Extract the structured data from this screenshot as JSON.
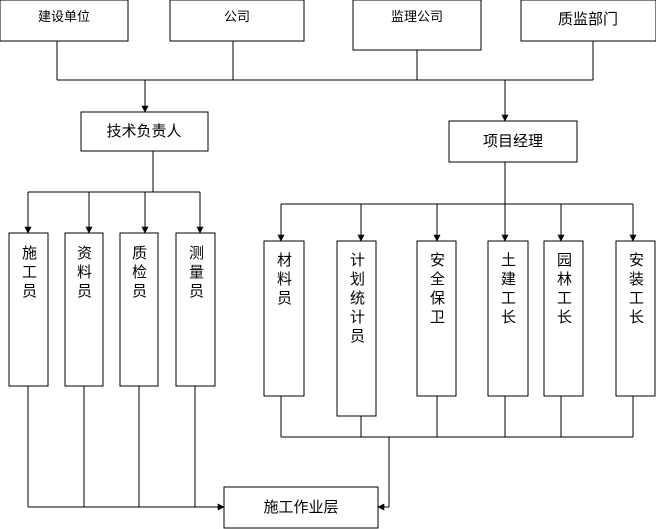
{
  "top_row": [
    {
      "id": "construction-unit",
      "label": "建设单位"
    },
    {
      "id": "company",
      "label": "公司"
    },
    {
      "id": "supervision-company",
      "label": "监理公司"
    },
    {
      "id": "quality-supervision-dept",
      "label": "质监部门"
    }
  ],
  "technical_lead": {
    "label": "技术负责人"
  },
  "project_manager": {
    "label": "项目经理"
  },
  "tech_staff": [
    {
      "id": "construction-worker",
      "label": "施工员"
    },
    {
      "id": "document-clerk",
      "label": "资料员"
    },
    {
      "id": "quality-inspector",
      "label": "质检员"
    },
    {
      "id": "surveyor",
      "label": "测量员"
    }
  ],
  "pm_staff": [
    {
      "id": "material-clerk",
      "label": "材料员"
    },
    {
      "id": "planning-statistician",
      "label": "计划统计员"
    },
    {
      "id": "safety-guard",
      "label": "安全保卫"
    },
    {
      "id": "civil-foreman",
      "label": "土建工长"
    },
    {
      "id": "landscape-foreman",
      "label": "园林工长"
    },
    {
      "id": "installation-foreman",
      "label": "安装工长"
    }
  ],
  "work_layer": {
    "label": "施工作业层"
  }
}
